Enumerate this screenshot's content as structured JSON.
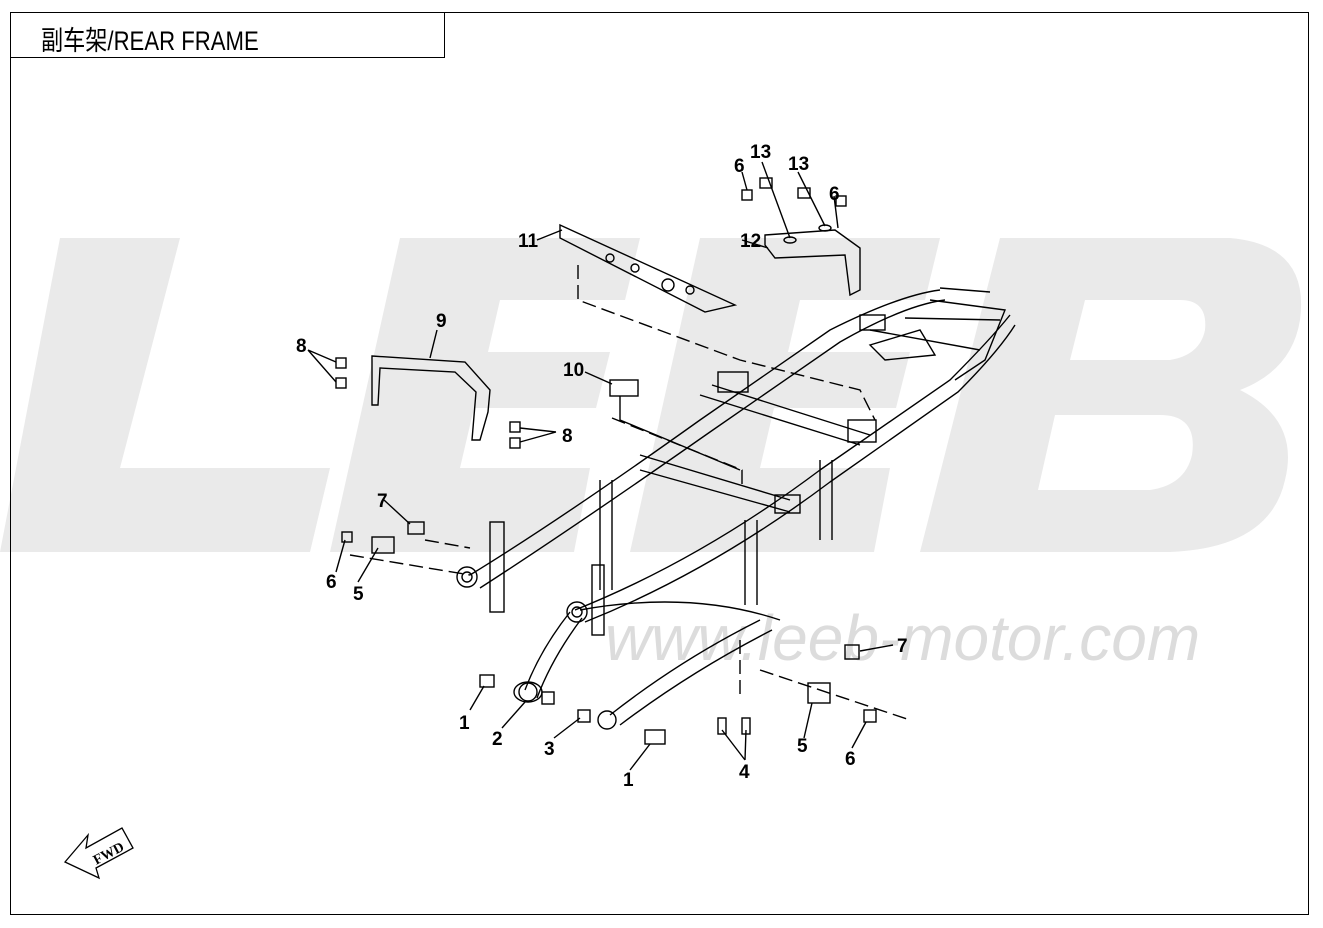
{
  "title": "副车架/REAR FRAME",
  "watermark": {
    "brand": "LEEB",
    "url": "www.leeb-motor.com"
  },
  "fwd_label": "FWD",
  "callouts": [
    {
      "id": "c1a",
      "label": "1"
    },
    {
      "id": "c1b",
      "label": "1"
    },
    {
      "id": "c2",
      "label": "2"
    },
    {
      "id": "c3",
      "label": "3"
    },
    {
      "id": "c4",
      "label": "4"
    },
    {
      "id": "c5a",
      "label": "5"
    },
    {
      "id": "c5b",
      "label": "5"
    },
    {
      "id": "c6a",
      "label": "6"
    },
    {
      "id": "c6b",
      "label": "6"
    },
    {
      "id": "c6c",
      "label": "6"
    },
    {
      "id": "c6d",
      "label": "6"
    },
    {
      "id": "c7a",
      "label": "7"
    },
    {
      "id": "c7b",
      "label": "7"
    },
    {
      "id": "c8a",
      "label": "8"
    },
    {
      "id": "c8b",
      "label": "8"
    },
    {
      "id": "c9",
      "label": "9"
    },
    {
      "id": "c10",
      "label": "10"
    },
    {
      "id": "c11",
      "label": "11"
    },
    {
      "id": "c12",
      "label": "12"
    },
    {
      "id": "c13a",
      "label": "13"
    },
    {
      "id": "c13b",
      "label": "13"
    }
  ],
  "colors": {
    "line": "#000000",
    "watermark": "#e6e6e6",
    "background": "#ffffff"
  }
}
